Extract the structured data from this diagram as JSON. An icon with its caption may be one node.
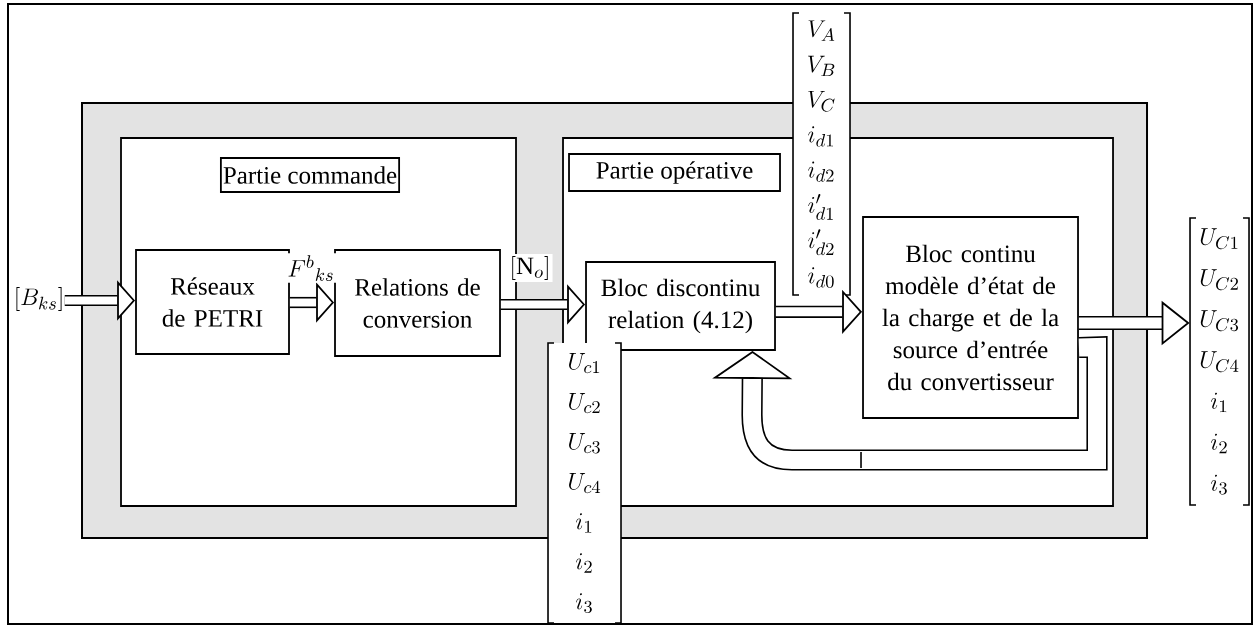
{
  "diagram": {
    "nodes": [
      {
        "text": [
          "Partie commande"
        ]
      },
      {
        "text": [
          "Réseaux de PETRI"
        ],
        "in": 0
      },
      {
        "text": [
          "Relations de conversion"
        ],
        "in": 0
      },
      {
        "text": [
          "Partie opérative"
        ]
      },
      {
        "text": [
          "Bloc discontinu relation (4.12)"
        ],
        "in": 3
      },
      {
        "text": [
          "Bloc continu modèle d’état de la charge et de la source d’entrée du convertisseur"
        ],
        "in": 3
      },
      {
        "text": [
          "[B_{ks}]"
        ]
      },
      {
        "text": [
          "U_{C1}",
          "U_{C2}",
          "U_{C3}",
          "U_{C4}",
          "i_{1}",
          "i_{2}",
          "i_{3}"
        ]
      }
    ],
    "edges": [
      {
        "from": 6,
        "to": 1,
        "arrow": "to"
      },
      {
        "from": 1,
        "to": 2,
        "arrow": "to",
        "label": "F^{b}{}_{ks}"
      },
      {
        "from": 2,
        "to": 4,
        "arrow": "to",
        "label": "[\\mathrm{N}_{o}]"
      },
      {
        "from": 4,
        "to": 5,
        "arrow": "to"
      },
      {
        "from": 5,
        "to": 7,
        "arrow": "to"
      },
      {
        "from": 5,
        "to": 4,
        "arrow": "to",
        "style": "thick"
      }
    ],
    "labels": [
      "V_{A}",
      "V_{B}",
      "V_{C}",
      "i_{d1}",
      "i_{d2}",
      "i'_{d1}",
      "i'_{d2}",
      "i_{d0}",
      "U_{c1}",
      "U_{c2}",
      "U_{c3}",
      "U_{c4}",
      "i_{1}",
      "i_{2}",
      "i_{3}"
    ]
  }
}
